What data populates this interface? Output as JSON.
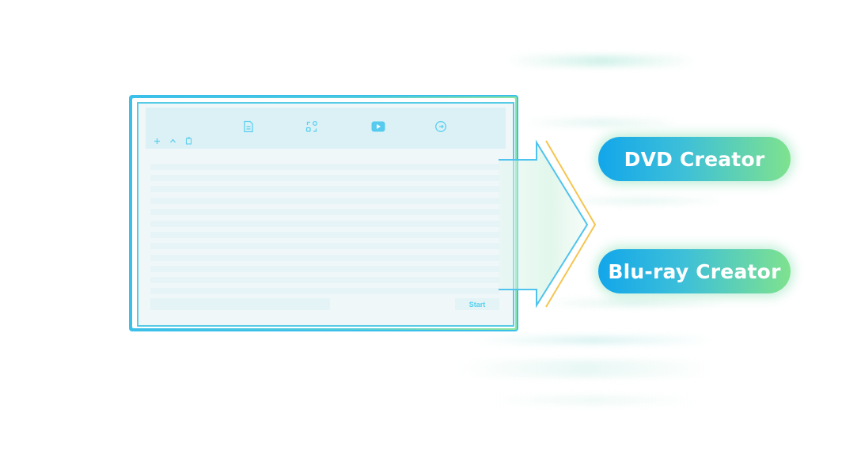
{
  "window": {
    "toolbar": {
      "big_icons": [
        "file-icon",
        "convert-icon",
        "play-video-icon",
        "disc-burn-icon"
      ],
      "small_icons": [
        "add-icon",
        "upload-icon",
        "clipboard-icon"
      ]
    },
    "list_row_count": 12,
    "start_label": "Start"
  },
  "outputs": {
    "dvd_label": "DVD Creator",
    "bluray_label": "Blu-ray Creator"
  },
  "colors": {
    "accent_blue": "#12a6ea",
    "accent_green": "#7fe28e",
    "frame_blue": "#3bc0ea",
    "arrow_blue": "#4fc3ee",
    "arrow_gold": "#f6c550"
  }
}
